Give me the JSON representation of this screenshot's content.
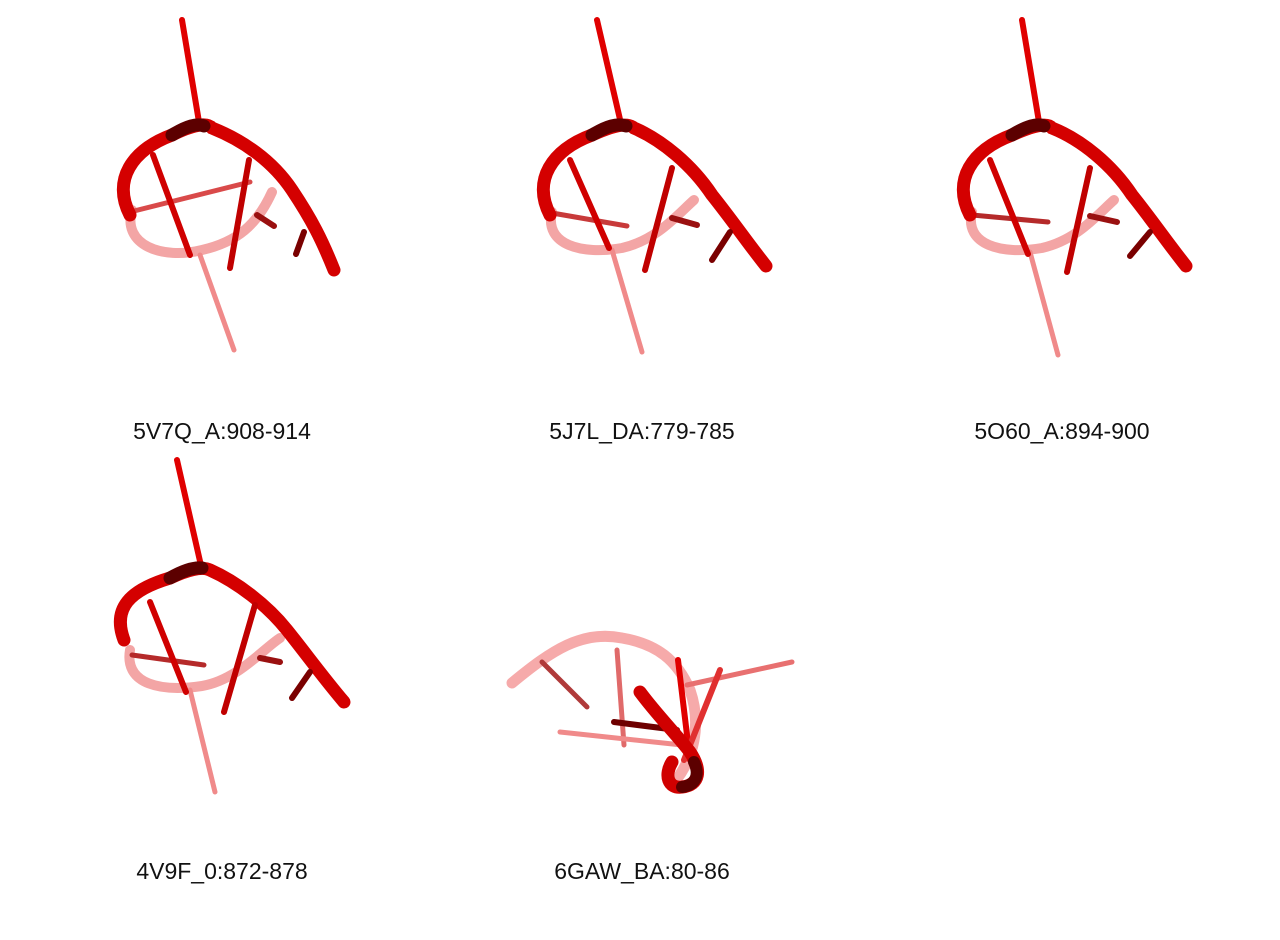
{
  "colors": {
    "backbone_front": "#e00000",
    "backbone_dark": "#6e0000",
    "backbone_back": "#f49a9a",
    "caption_text": "#111111"
  },
  "panels": [
    {
      "label": "5V7Q_A:908-914"
    },
    {
      "label": "5J7L_DA:779-785"
    },
    {
      "label": "5O60_A:894-900"
    },
    {
      "label": "4V9F_0:872-878"
    },
    {
      "label": "6GAW_BA:80-86"
    }
  ]
}
